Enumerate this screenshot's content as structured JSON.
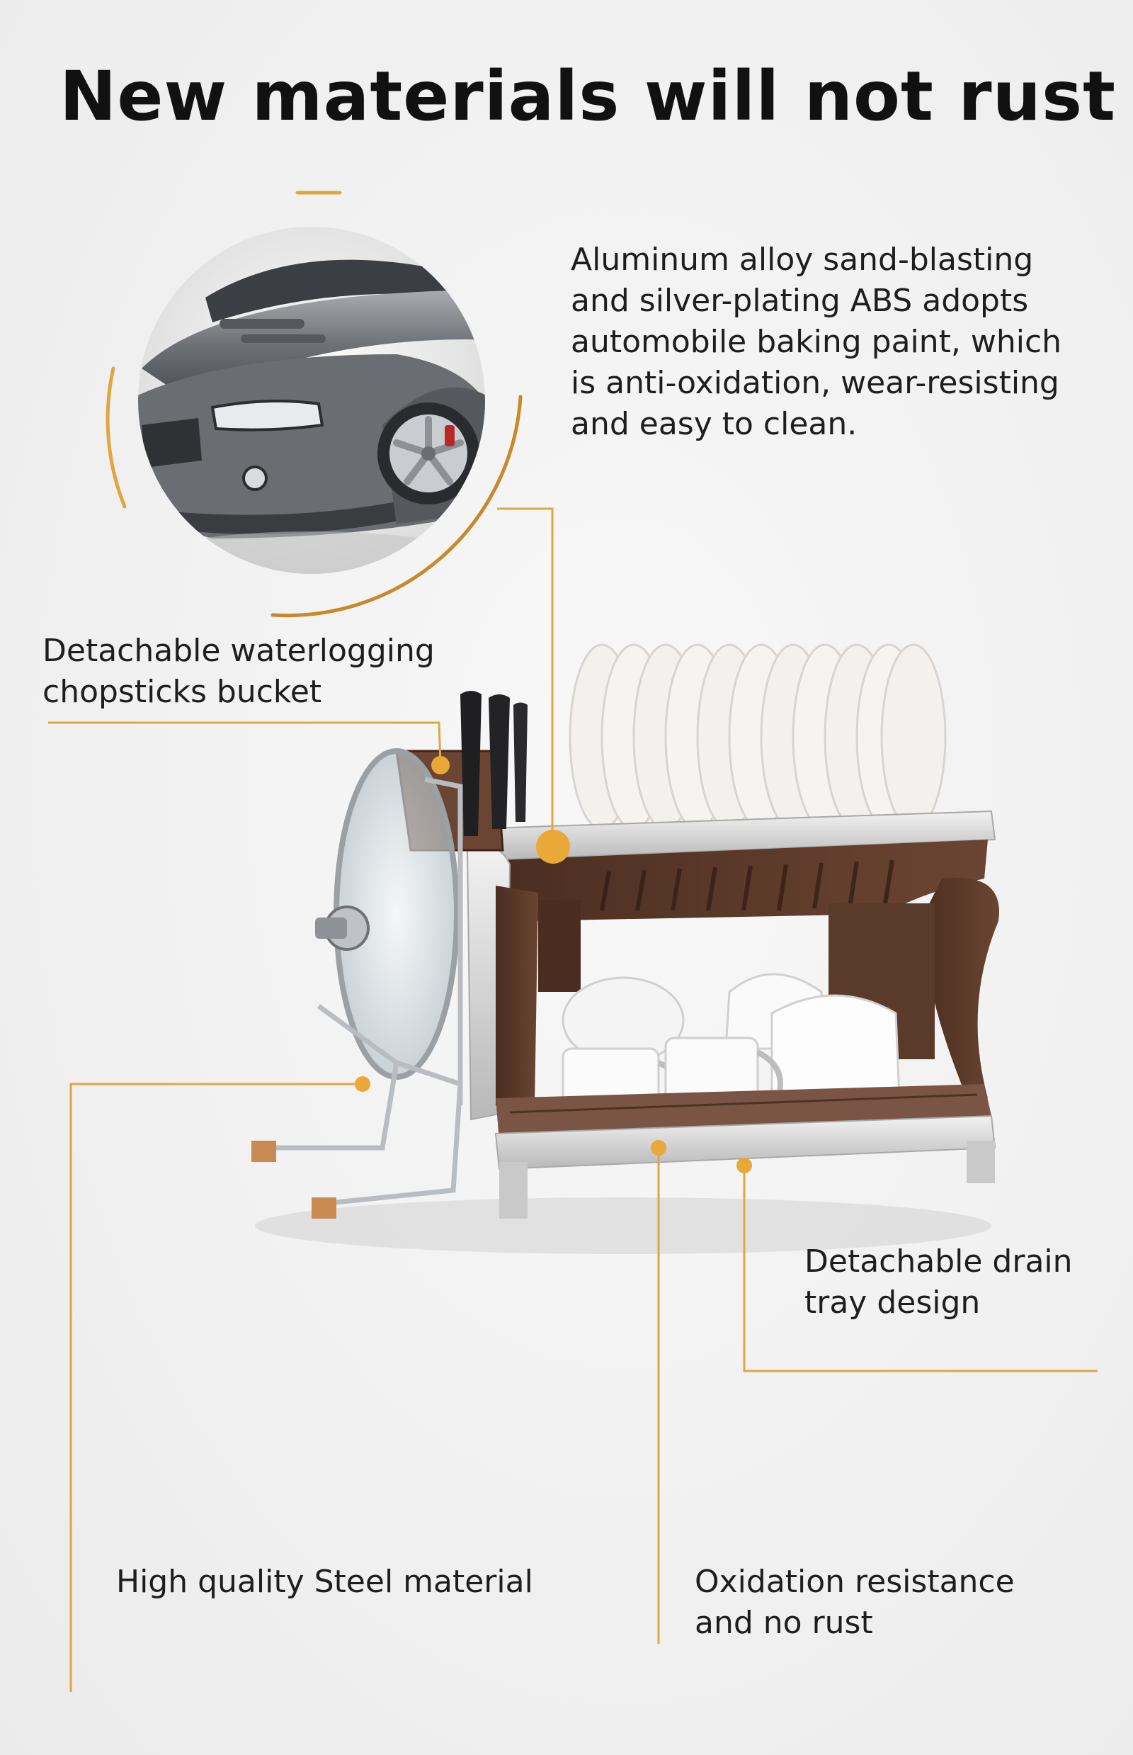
{
  "title": "New materials will not rust",
  "description": {
    "lines": [
      "Aluminum alloy sand-blasting",
      "and silver-plating ABS adopts",
      "automobile baking paint, which",
      "is anti-oxidation, wear-resisting",
      "and easy to clean."
    ]
  },
  "labels": {
    "chopsticks": [
      "Detachable waterlogging",
      "chopsticks bucket"
    ],
    "drain": [
      "Detachable drain",
      "tray design"
    ],
    "steel": [
      "High quality Steel material"
    ],
    "oxidation": [
      "Oxidation resistance",
      "and no rust"
    ]
  },
  "colors": {
    "accent": "#e0a640",
    "accent_dark": "#c7821f",
    "rack_brown": "#5a3a2a",
    "rack_silver": "#d4d4d4",
    "car_gray": "#7a7d82"
  },
  "images": {
    "car": "car-front-photo",
    "product": "dish-drying-rack-photo"
  }
}
